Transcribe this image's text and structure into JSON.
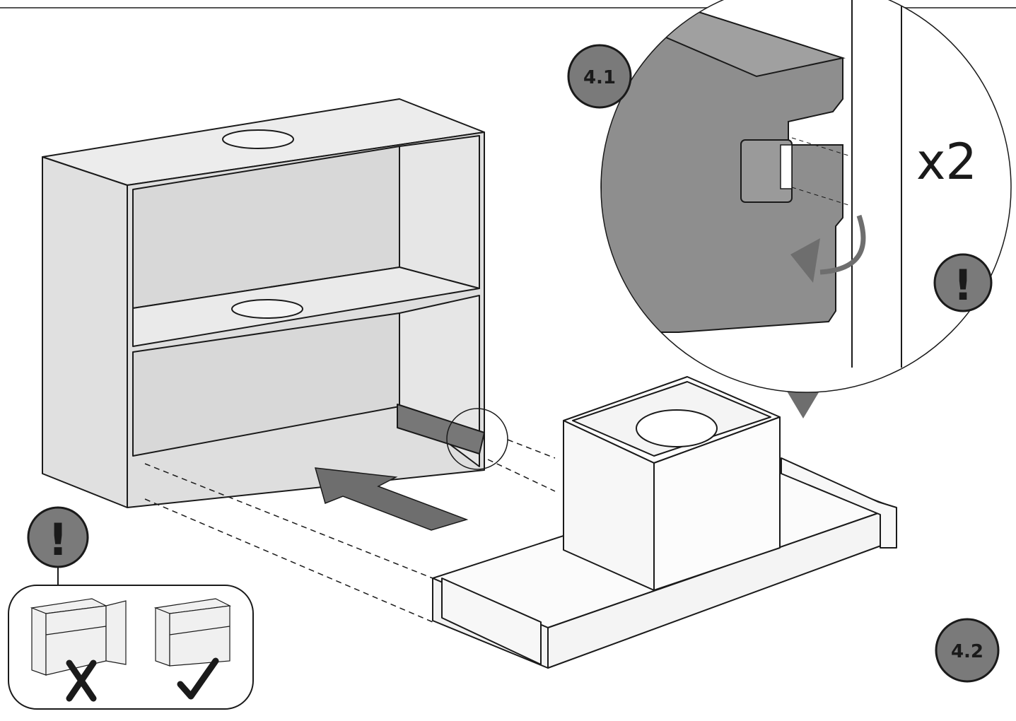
{
  "step_badges": {
    "detail": "4.1",
    "main": "4.2"
  },
  "detail": {
    "multiplier": "x2"
  },
  "warning_glyph": "!",
  "colors": {
    "badge_fill": "#7a7a7a",
    "panel_fill": "#e2e2e2",
    "steel_fill": "#8e8e8e",
    "arrow_fill": "#6e6e6e",
    "stroke": "#1a1a1a"
  },
  "icons": [
    "warning-icon",
    "cross-mark-icon",
    "check-mark-icon",
    "down-arrow-icon",
    "push-arrow-icon"
  ]
}
